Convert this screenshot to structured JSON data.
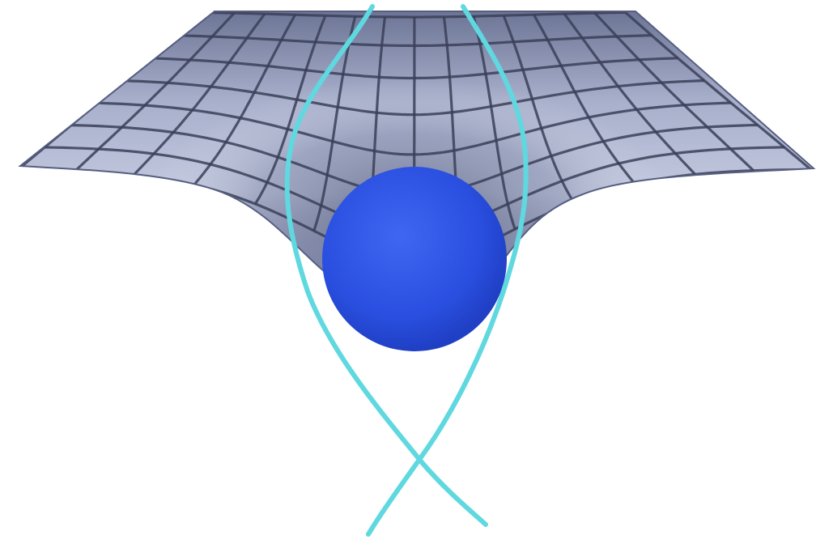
{
  "figure": {
    "colors": {
      "background": "#ffffff",
      "sheet_light": "#b9c0d8",
      "sheet_mid": "#8d95b6",
      "sheet_dark": "#5e6688",
      "grid_line": "#3a4058",
      "mass_sphere": "#2a4fe0",
      "mass_sphere_highlight": "#3f66f2",
      "light_path": "#5fd8e0"
    },
    "elements": {
      "surface": "curved-spacetime-grid",
      "mass": "blue-sphere",
      "paths": [
        "light-path-left",
        "light-path-right"
      ]
    }
  }
}
